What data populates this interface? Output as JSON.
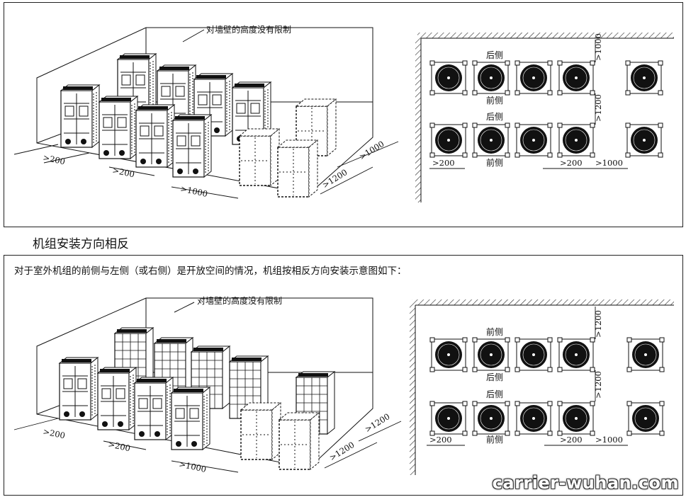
{
  "top": {
    "wall_note": "对墙壁的高度没有限制",
    "iso_dims": [
      ">200",
      ">200",
      ">1000",
      ">1200",
      ">1000"
    ],
    "plan": {
      "row1_label": "后侧",
      "row1b_label": "前侧",
      "row2_label": "后侧",
      "row2b_label": "前侧",
      "gap_top": ">1000",
      "gap_mid": ">1200",
      "bottom_dims": [
        ">200",
        ">200",
        ">1000"
      ]
    }
  },
  "section_title": "机组安装方向相反",
  "bottom": {
    "intro": "对于室外机组的前侧与左侧（或右侧）是开放空间的情况，机组按相反方向安装示意图如下：",
    "wall_note": "对墙壁的高度没有限制",
    "iso_dims": [
      ">200",
      ">200",
      ">1000",
      ">1200",
      ">1200"
    ],
    "plan": {
      "row1_label": "前侧",
      "row1b_label": "后侧",
      "row2_label": "后侧",
      "row2b_label": "前侧",
      "gap_top": ">1200",
      "gap_mid": ">1200",
      "bottom_dims": [
        ">200",
        ">200",
        ">1000"
      ]
    }
  },
  "watermark": "carrier-wuhan.com"
}
